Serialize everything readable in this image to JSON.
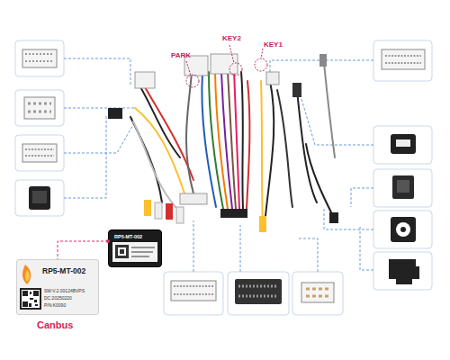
{
  "diagram": {
    "nodes": [
      {
        "text": [
          "RP5-MT-002"
        ]
      },
      {
        "text": [
          "RP5-MT-002",
          "SW:V.2.00124BVPS",
          "DC:20250220",
          "P/N:K0090",
          "Canbus"
        ]
      }
    ],
    "edges": [
      {
        "from": 0,
        "to": 1,
        "arrow": "none"
      }
    ],
    "labels": [
      "PARK",
      "KEY2",
      "KEY1"
    ]
  }
}
